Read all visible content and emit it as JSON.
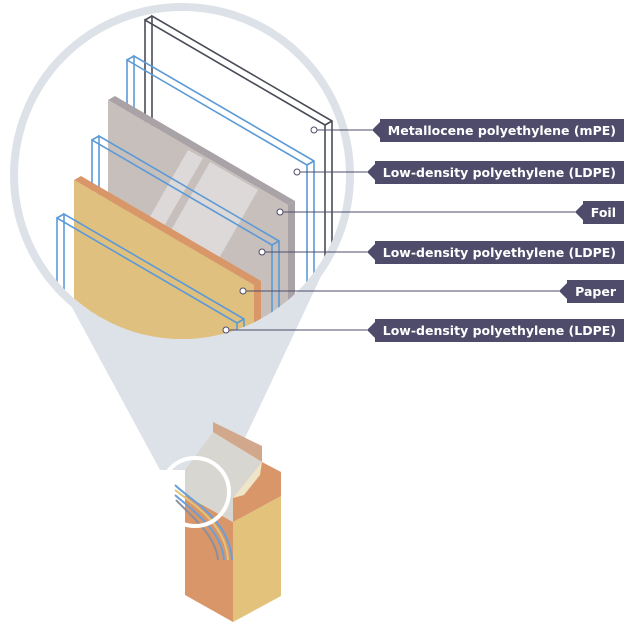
{
  "layers": [
    {
      "label": "Metallocene polyethylene (mPE)"
    },
    {
      "label": "Low-density polyethylene (LDPE)"
    },
    {
      "label": "Foil"
    },
    {
      "label": "Low-density polyethylene (LDPE)"
    },
    {
      "label": "Paper"
    },
    {
      "label": "Low-density polyethylene (LDPE)"
    }
  ],
  "colors": {
    "label_bg": "#4e4c6a",
    "magnifier": "#dde1e8",
    "mpe_line": "#4a4d57",
    "ldpe_line": "#5b9ad6",
    "foil": "#c6bfbb",
    "paper": "#e0c07e",
    "carton_front": "#d99668",
    "carton_side": "#e3c27c"
  }
}
